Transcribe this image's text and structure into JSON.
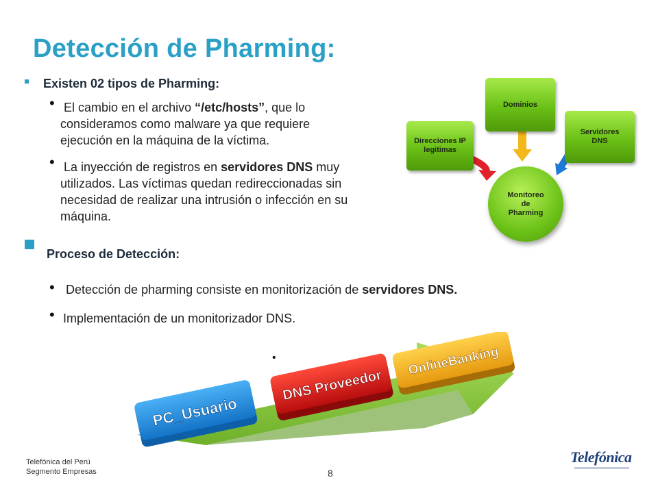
{
  "title": "Detección de Pharming:",
  "section1": {
    "heading": "Existen 02 tipos de Pharming:",
    "bullet1": {
      "part1": "El cambio en el archivo ",
      "bold": "“/etc/hosts”",
      "part2": ", que lo consideramos como malware ya que requiere ejecución en la máquina de la víctima."
    },
    "bullet2": {
      "part1": "La inyección de registros en ",
      "bold": "servidores DNS",
      "part2": " muy utilizados. Las víctimas quedan redireccionadas sin necesidad de realizar una intrusión o infección en su máquina."
    }
  },
  "diagram": {
    "box_left": "Direcciones IP legitimas",
    "box_top": "Dominios",
    "box_right": "Servidores DNS",
    "center_line1": "Monitoreo",
    "center_line2": "de",
    "center_line3": "Pharming",
    "colors": {
      "green": "#6ac016",
      "arrow_red": "#e0202a",
      "arrow_yellow": "#f2b81c",
      "arrow_blue": "#1f7ad6"
    }
  },
  "section2": {
    "heading": "Proceso de Detección:",
    "bullet1": {
      "part1": "Detección de pharming consiste en monitorización de ",
      "bold": "servidores DNS."
    },
    "bullet2": "Implementación de un monitorizador DNS."
  },
  "process": {
    "step1": "PC_Usuario",
    "step2": "DNS Proveedor",
    "step3": "OnlineBanking",
    "colors": {
      "step1": "#2a8fe0",
      "step2": "#d81818",
      "step3": "#f4b520",
      "arrow": "#8acb3c"
    }
  },
  "footer": {
    "company_line1": "Telefónica del Perú",
    "company_line2": "Segmento Empresas",
    "page": "8",
    "logo": "Telefónica"
  }
}
